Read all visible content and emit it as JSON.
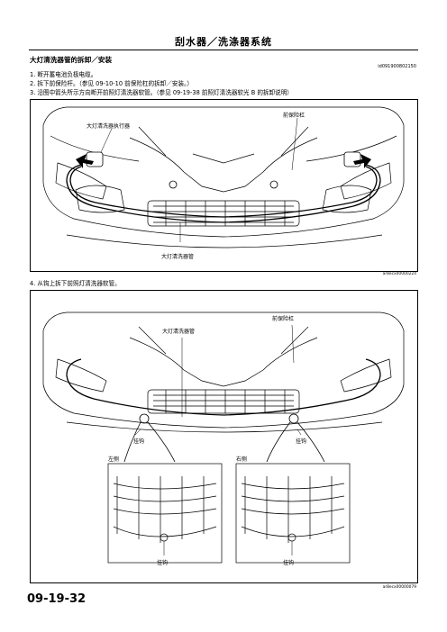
{
  "header": {
    "title": "刮水器／洗涤器系统"
  },
  "section": {
    "title": "大灯清洗器管的拆卸／安装",
    "doc_id": "id091900802150"
  },
  "steps": [
    "1.  断开蓄电池负极电缆。",
    "2.  拆下前保险杆。（参见 09-10-10 前保险杠的拆卸／安装。）",
    "3.  沿图中箭头所示方向断开前照灯清洗器软管。（参见 09-19-38 前照灯清洗器软光 B 的拆卸说明）",
    "4.  从钩上拆下前照灯清洗器软管。"
  ],
  "figure1": {
    "labels": {
      "actuator": "大灯清洗器执行器",
      "bumper": "前保险杠",
      "pipe": "大灯清洗器管"
    },
    "code": "ar8ecx00000224"
  },
  "figure2": {
    "labels": {
      "pipe": "大灯清洗器管",
      "bumper": "前保险杠",
      "hook_left": "挂钩",
      "hook_right": "挂钩",
      "side_left": "左侧",
      "side_right": "右侧",
      "hook_bottom_left": "挂钩",
      "hook_bottom_right": "挂钩"
    },
    "code": "ar8ecx00000079"
  },
  "footer": {
    "page_number": "09-19-32"
  }
}
